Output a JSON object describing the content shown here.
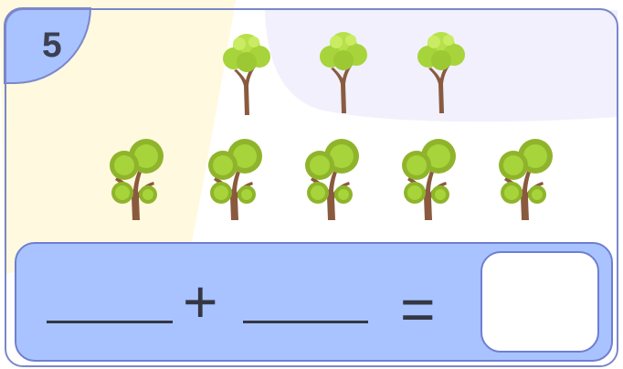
{
  "problem": {
    "number": "5"
  },
  "trees": {
    "top_row": {
      "kind": "tall-tree",
      "count": 3
    },
    "bottom_row": {
      "kind": "round-tree",
      "count": 5
    }
  },
  "equation": {
    "first_blank": "",
    "plus_sign": "+",
    "second_blank": "",
    "equals_sign": "=",
    "answer": ""
  },
  "colors": {
    "panel": "#a8c3ff",
    "outline": "#7b87c9",
    "bg_yellow": "#fff9df",
    "bg_lavender": "#f1f0fc",
    "leaf_light": "#a6d43a",
    "leaf_dark": "#8fb42b",
    "trunk": "#8a5a3f"
  }
}
